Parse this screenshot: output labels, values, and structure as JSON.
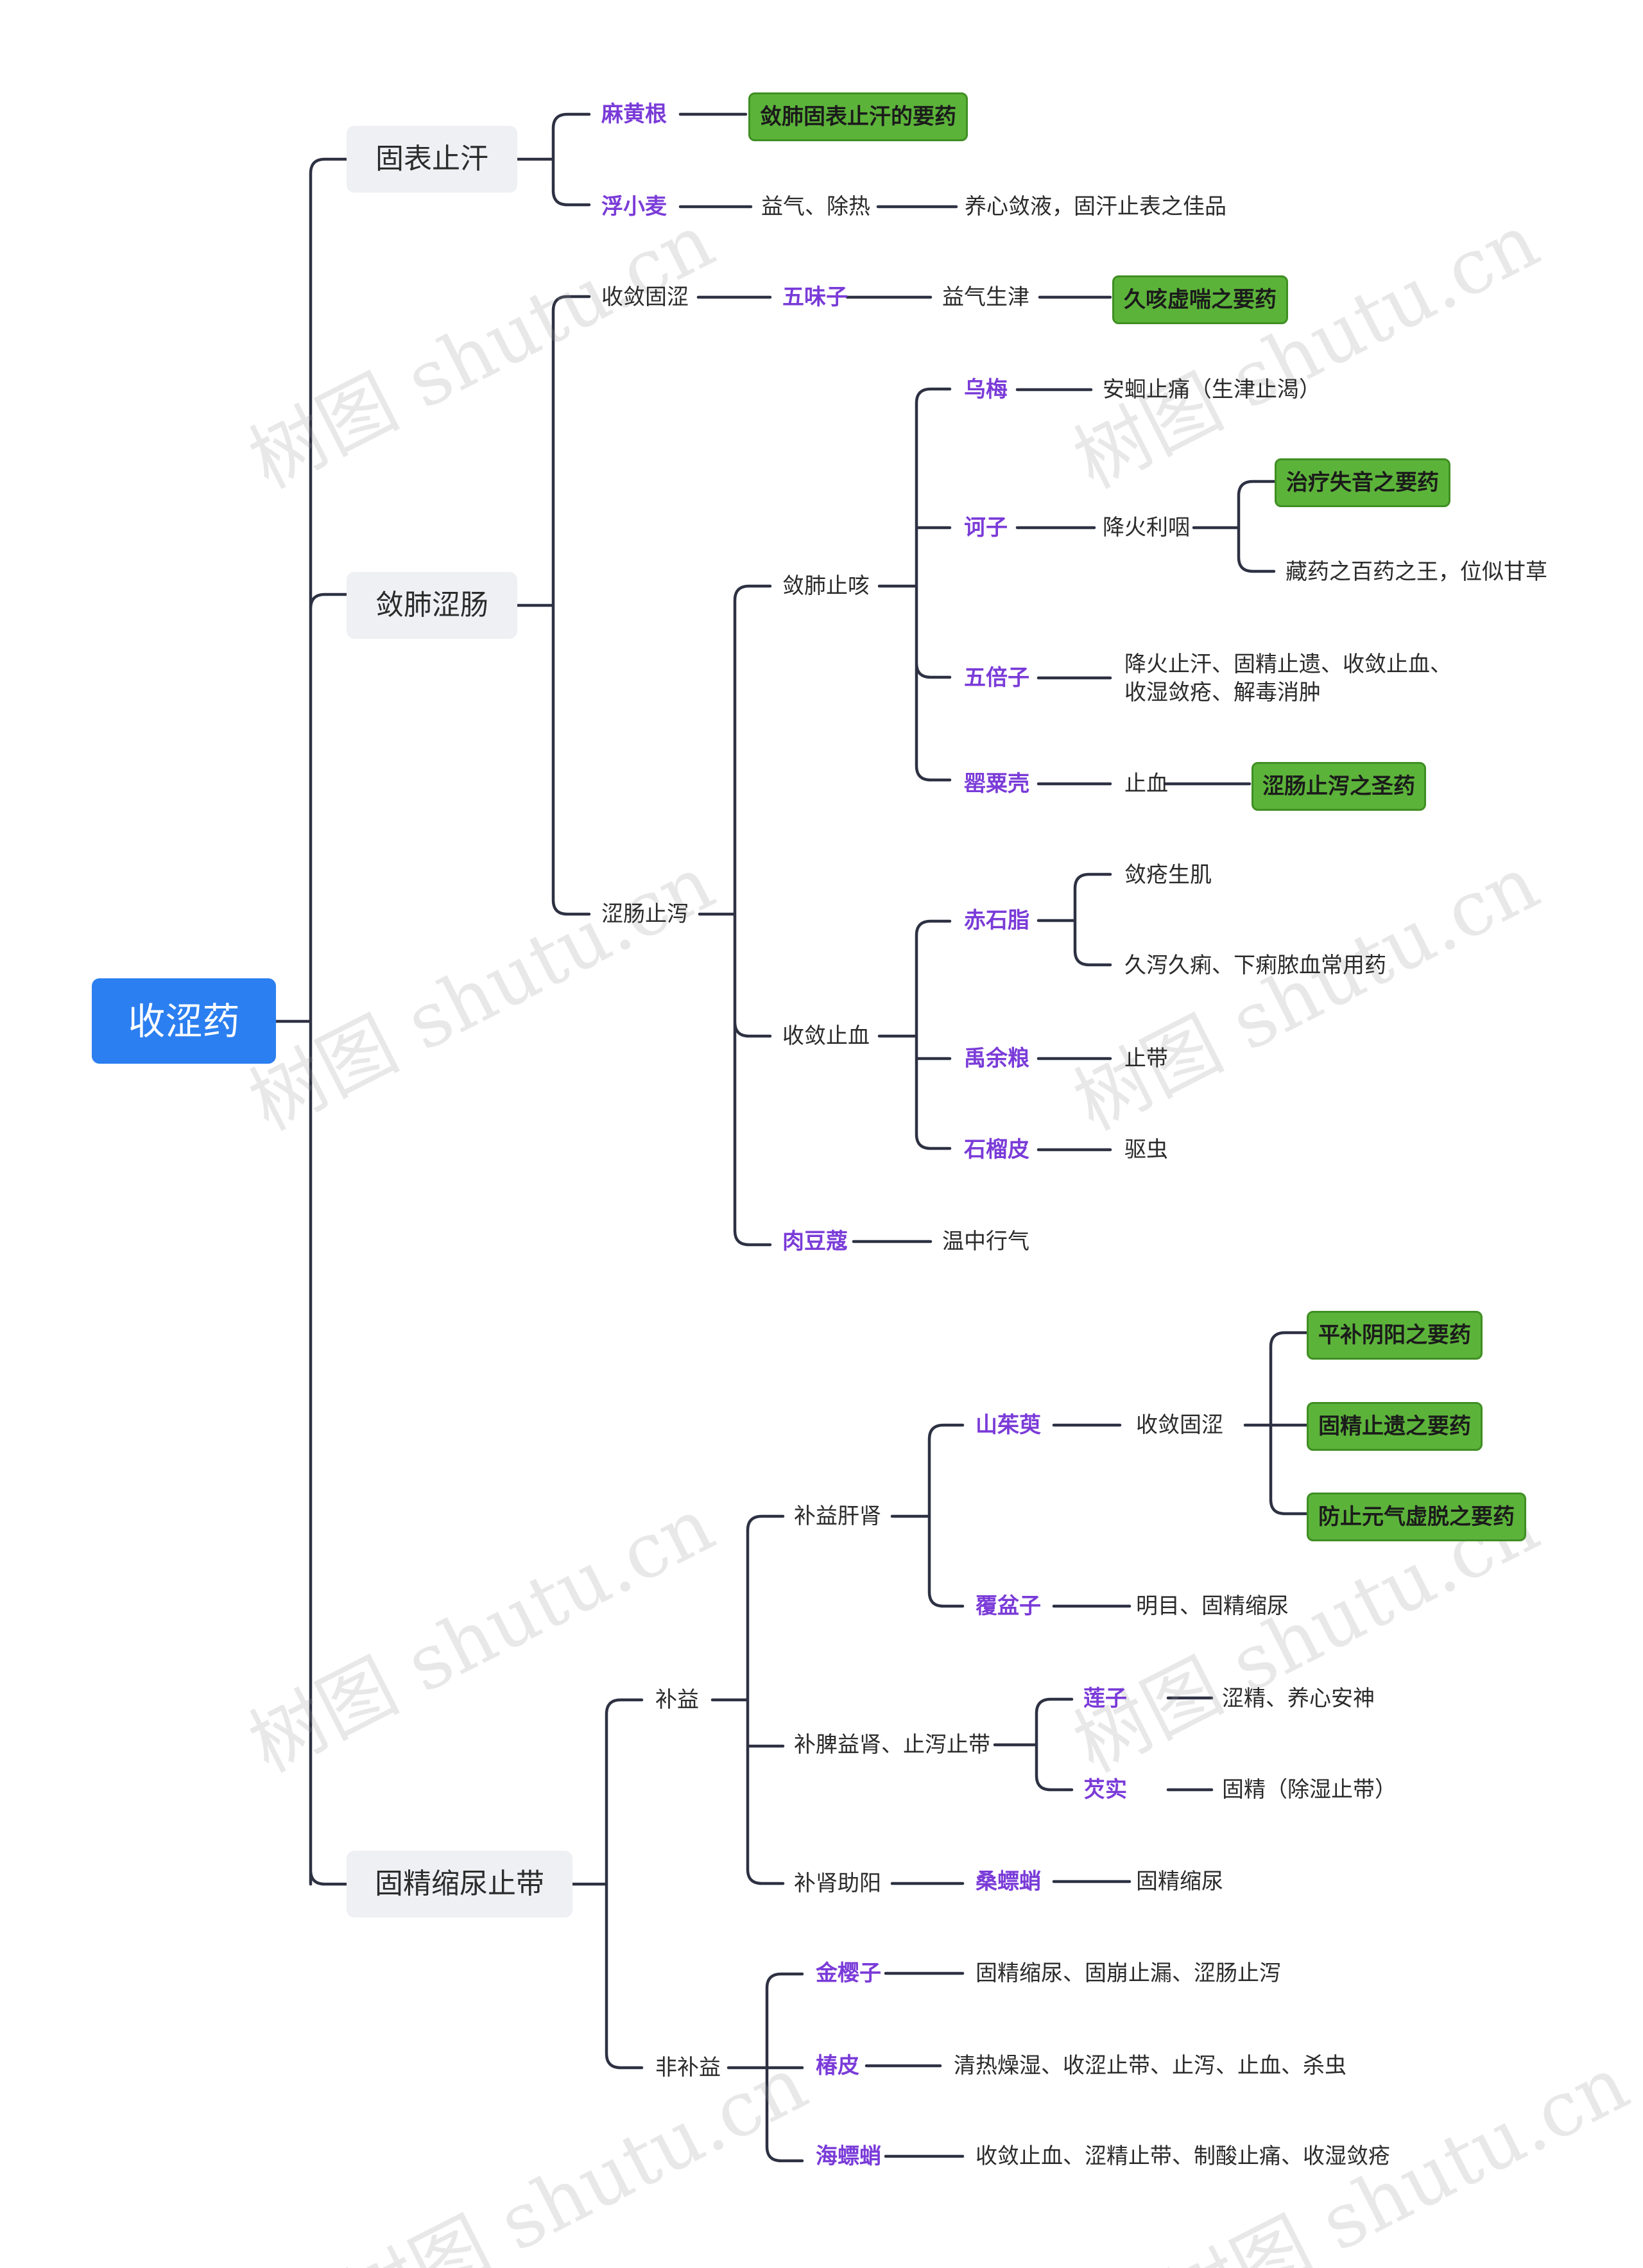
{
  "watermark": "树图 shutu.cn",
  "colors": {
    "root": "#2b7ff0",
    "category": "#eef0f3",
    "herb": "#7a3bd8",
    "key": "#5cb33a",
    "line": "#2d3142"
  },
  "root": "收涩药",
  "categories": {
    "gubiao": "固表止汗",
    "lianfei": "敛肺涩肠",
    "gujing": "固精缩尿止带"
  },
  "subcategories": {
    "shoulian_gu": "收敛固涩",
    "lianfei_zhike": "敛肺止咳",
    "sechang_zhixie": "涩肠止泻",
    "shoulian_zhixue": "收敛止血",
    "buyi": "补益",
    "feibuyi": "非补益",
    "buyi_ganshen": "补益肝肾",
    "bupi_yishen": "补脾益肾、止泻止带",
    "bushen_zhuyang": "补肾助阳"
  },
  "herbs": {
    "mahuanggen": "麻黄根",
    "fuxiaomai": "浮小麦",
    "wuweizi": "五味子",
    "wumei": "乌梅",
    "hezi": "诃子",
    "wubeizi": "五倍子",
    "yingsuke": "罂粟壳",
    "chishizhi": "赤石脂",
    "yuyuliang": "禹余粮",
    "shiliupi": "石榴皮",
    "roudoukou": "肉豆蔻",
    "shanzhuyu": "山茱萸",
    "fupenzi": "覆盆子",
    "lianzi": "莲子",
    "qianshi": "芡实",
    "sangpiaoxiao": "桑螵蛸",
    "jinyingzi": "金樱子",
    "chunpi": "椿皮",
    "haipiaoxiao": "海螵蛸"
  },
  "notes": {
    "fuxiaomai_1": "益气、除热",
    "fuxiaomai_2": "养心敛液，固汗止表之佳品",
    "wuweizi_1": "益气生津",
    "wumei_1": "安蛔止痛（生津止渴）",
    "hezi_1": "降火利咽",
    "hezi_2": "藏药之百药之王，位似甘草",
    "wubeizi_1": "降火止汗、固精止遗、收敛止血、",
    "wubeizi_2": "收湿敛疮、解毒消肿",
    "yingsuke_1": "止血",
    "chishizhi_1": "敛疮生肌",
    "chishizhi_2": "久泻久痢、下痢脓血常用药",
    "yuyuliang_1": "止带",
    "shiliupi_1": "驱虫",
    "roudoukou_1": "温中行气",
    "shanzhuyu_1": "收敛固涩",
    "fupenzi_1": "明目、固精缩尿",
    "lianzi_1": "涩精、养心安神",
    "qianshi_1": "固精（除湿止带）",
    "sangpiaoxiao_1": "固精缩尿",
    "jinyingzi_1": "固精缩尿、固崩止漏、涩肠止泻",
    "chunpi_1": "清热燥湿、收涩止带、止泻、止血、杀虫",
    "haipiaoxiao_1": "收敛止血、涩精止带、制酸止痛、收湿敛疮"
  },
  "key_points": {
    "mahuanggen": "敛肺固表止汗的要药",
    "wuweizi": "久咳虚喘之要药",
    "hezi": "治疗失音之要药",
    "yingsuke": "涩肠止泻之圣药",
    "shanzhuyu_1": "平补阴阳之要药",
    "shanzhuyu_2": "固精止遗之要药",
    "shanzhuyu_3": "防止元气虚脱之要药"
  }
}
